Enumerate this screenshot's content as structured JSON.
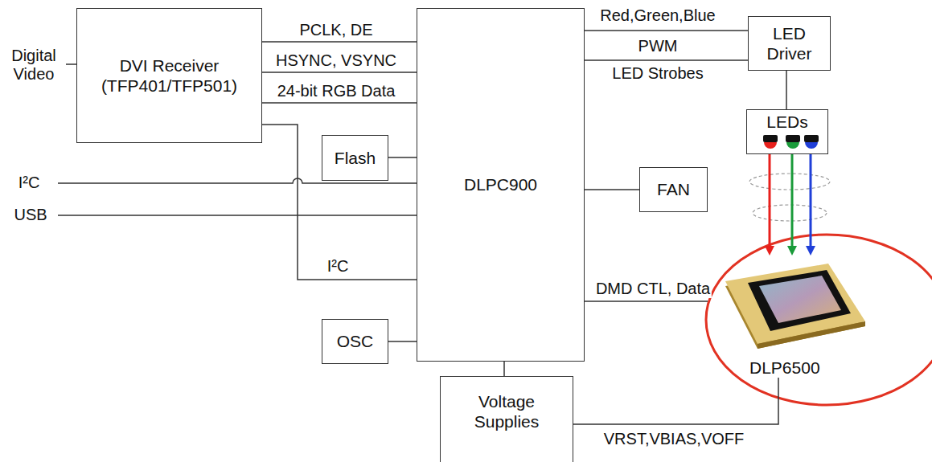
{
  "diagram": {
    "nodes": [
      {
        "text": [
          "DVI Receiver (TFP401/TFP501)"
        ]
      },
      {
        "text": [
          "Flash"
        ]
      },
      {
        "text": [
          "DLPC900"
        ]
      },
      {
        "text": [
          "FAN"
        ]
      },
      {
        "text": [
          "LED Driver"
        ]
      },
      {
        "text": [
          "LEDs"
        ]
      },
      {
        "text": [
          "OSC"
        ]
      },
      {
        "text": [
          "Voltage Supplies"
        ]
      },
      {
        "text": [
          "DLP6500"
        ]
      }
    ],
    "edges": [
      {
        "from": 0,
        "to": 2,
        "arrow": "none",
        "label": "PCLK, DE"
      },
      {
        "from": 0,
        "to": 2,
        "arrow": "none",
        "label": "HSYNC, VSYNC"
      },
      {
        "from": 0,
        "to": 2,
        "arrow": "none",
        "label": "24-bit RGB Data"
      },
      {
        "from": 0,
        "to": 2,
        "arrow": "none",
        "label": "I²C"
      },
      {
        "from": 1,
        "to": 2,
        "arrow": "none"
      },
      {
        "from": 6,
        "to": 2,
        "arrow": "none"
      },
      {
        "from": 2,
        "to": 3,
        "arrow": "none"
      },
      {
        "from": 2,
        "to": 4,
        "arrow": "none",
        "label": "Red,Green,Blue"
      },
      {
        "from": 2,
        "to": 4,
        "arrow": "none",
        "label": "LED Strobes"
      },
      {
        "from": 4,
        "to": 5,
        "arrow": "none"
      },
      {
        "from": 5,
        "to": 8,
        "arrow": "to"
      },
      {
        "from": 5,
        "to": 8,
        "arrow": "to"
      },
      {
        "from": 5,
        "to": 8,
        "arrow": "to"
      },
      {
        "from": 2,
        "to": 8,
        "arrow": "none",
        "label": "DMD CTL, Data"
      },
      {
        "from": 2,
        "to": 7,
        "arrow": "none"
      },
      {
        "from": 7,
        "to": 8,
        "arrow": "none",
        "label": "VRST,VBIAS,VOFF"
      }
    ],
    "labels": [
      "Digital Video",
      "I²C",
      "USB",
      "PWM"
    ]
  }
}
